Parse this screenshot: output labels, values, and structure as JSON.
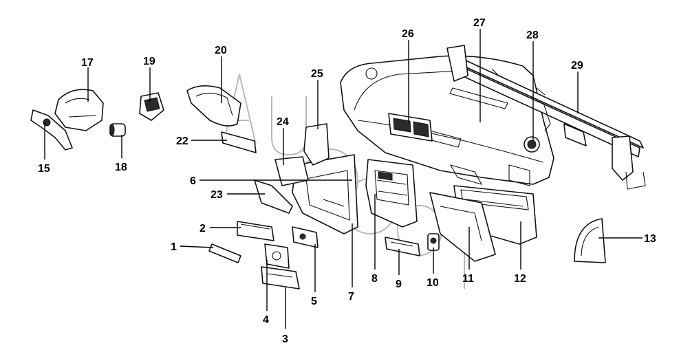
{
  "callouts": {
    "c1": "1",
    "c2": "2",
    "c3": "3",
    "c4": "4",
    "c5": "5",
    "c6": "6",
    "c7": "7",
    "c8": "8",
    "c9": "9",
    "c10": "10",
    "c11": "11",
    "c12": "12",
    "c13": "13",
    "c15": "15",
    "c17": "17",
    "c18": "18",
    "c19": "19",
    "c20": "20",
    "c22": "22",
    "c23": "23",
    "c24": "24",
    "c25": "25",
    "c26": "26",
    "c27": "27",
    "c28": "28",
    "c29": "29"
  },
  "watermark": {
    "text": "AUTODOC"
  },
  "colors": {
    "line": "#111111",
    "background": "#ffffff",
    "watermark": "#b9b9b9"
  }
}
